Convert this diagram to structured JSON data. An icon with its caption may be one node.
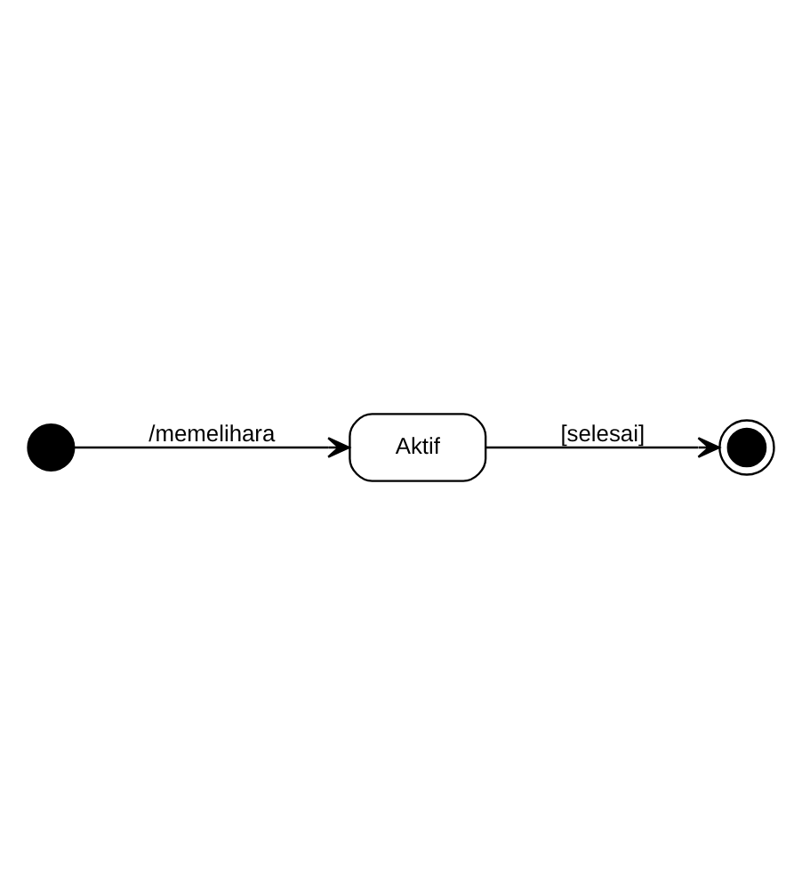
{
  "diagram": {
    "nodes": [
      {
        "text": [],
        "shape": "circle"
      },
      {
        "text": [
          "Aktif"
        ]
      },
      {
        "text": [],
        "shape": "bullseye"
      }
    ],
    "edges": [
      {
        "from": 0,
        "to": 1,
        "arrow": "to",
        "label": "/memelihara"
      },
      {
        "from": 1,
        "to": 2,
        "arrow": "to",
        "label": "[selesai]"
      }
    ]
  }
}
